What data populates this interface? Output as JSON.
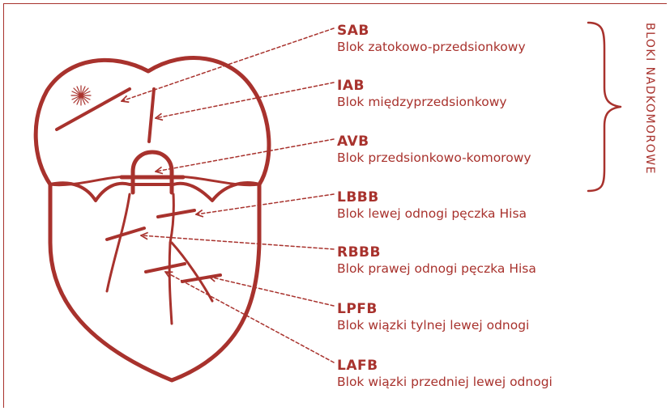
{
  "colors": {
    "accent": "#a8322d",
    "background": "#ffffff"
  },
  "group_label": "BLOKI NADKOMOROWE",
  "blocks": [
    {
      "abbr": "SAB",
      "desc": "Blok zatokowo-przedsionkowy"
    },
    {
      "abbr": "IAB",
      "desc": "Blok międzyprzedsionkowy"
    },
    {
      "abbr": "AVB",
      "desc": "Blok przedsionkowo-komorowy"
    },
    {
      "abbr": "LBBB",
      "desc": "Blok lewej odnogi pęczka Hisa"
    },
    {
      "abbr": "RBBB",
      "desc": "Blok prawej odnogi pęczka Hisa"
    },
    {
      "abbr": "LPFB",
      "desc": "Blok wiązki tylnej lewej odnogi"
    },
    {
      "abbr": "LAFB",
      "desc": "Blok wiązki przedniej lewej odnogi"
    }
  ]
}
